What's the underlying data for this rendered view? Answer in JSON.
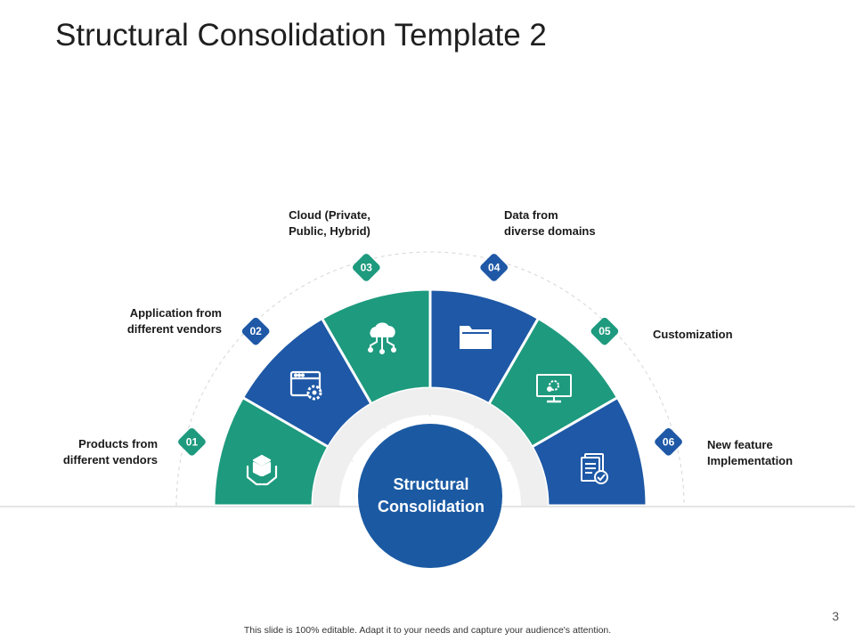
{
  "slide": {
    "title": "Structural Consolidation Template 2",
    "page_number": "3",
    "footer": "This slide is 100% editable. Adapt it to your needs and capture your audience's attention."
  },
  "colors": {
    "teal": "#1e9a7e",
    "blue": "#1e58a6",
    "center": "#1b5aa3",
    "ring": "#efefef",
    "guide": "#d6d6d6"
  },
  "center": {
    "line1": "Structural",
    "line2": "Consolidation"
  },
  "segments": [
    {
      "number": "01",
      "line1": "Products from",
      "line2": "different vendors",
      "color": "teal",
      "icon": "hands-box-icon"
    },
    {
      "number": "02",
      "line1": "Application from",
      "line2": "different vendors",
      "color": "blue",
      "icon": "browser-gear-icon"
    },
    {
      "number": "03",
      "line1": "Cloud (Private,",
      "line2": "Public, Hybrid)",
      "color": "teal",
      "icon": "cloud-network-icon"
    },
    {
      "number": "04",
      "line1": "Data from",
      "line2": "diverse domains",
      "color": "blue",
      "icon": "folder-icon"
    },
    {
      "number": "05",
      "line1": "Customization",
      "line2": "",
      "color": "teal",
      "icon": "monitor-settings-icon"
    },
    {
      "number": "06",
      "line1": "New feature",
      "line2": "Implementation",
      "color": "blue",
      "icon": "documents-check-icon"
    }
  ]
}
